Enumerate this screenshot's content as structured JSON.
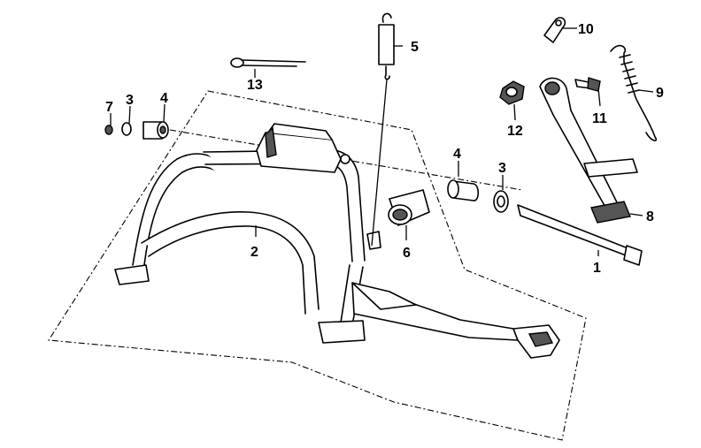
{
  "labels": {
    "p1": "1",
    "p2": "2",
    "p3a": "3",
    "p3b": "3",
    "p4a": "4",
    "p4b": "4",
    "p5": "5",
    "p6": "6",
    "p7": "7",
    "p8": "8",
    "p9": "9",
    "p10": "10",
    "p11": "11",
    "p12": "12",
    "p13": "13"
  }
}
